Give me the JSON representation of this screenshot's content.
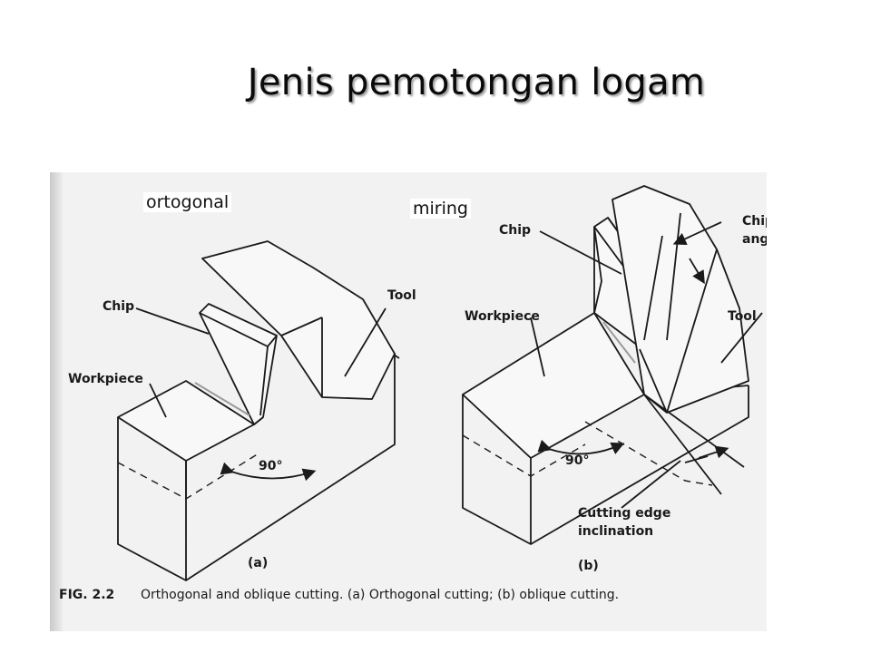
{
  "slide": {
    "title": "Jenis pemotongan logam"
  },
  "labels": {
    "orthogonal": "ortogonal",
    "oblique": "miring"
  },
  "figure_a": {
    "chip": "Chip",
    "workpiece": "Workpiece",
    "tool": "Tool",
    "angle": "90°",
    "sub": "(a)"
  },
  "figure_b": {
    "chip": "Chip",
    "workpiece": "Workpiece",
    "tool": "Tool",
    "chip_flow_1": "Chip-flow",
    "chip_flow_2": "angle",
    "angle": "90°",
    "cutting_edge_1": "Cutting edge",
    "cutting_edge_2": "inclination",
    "sub": "(b)"
  },
  "caption": {
    "fig": "FIG. 2.2",
    "text": "Orthogonal and oblique cutting. (a) Orthogonal cutting; (b) oblique cutting."
  }
}
